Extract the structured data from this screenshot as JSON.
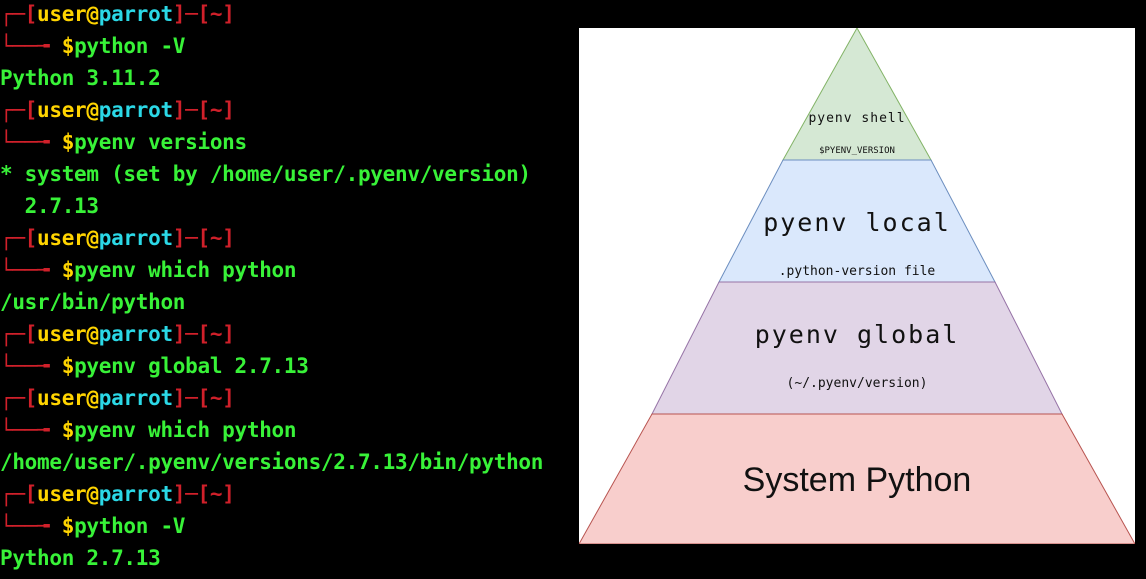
{
  "terminal": {
    "prompt": {
      "user": "user",
      "at": "@",
      "host": "parrot",
      "dir": "~",
      "symbol": "$"
    },
    "commands": [
      "python -V",
      "pyenv versions",
      "pyenv which python",
      "pyenv global 2.7.13",
      "pyenv which python",
      "python -V"
    ],
    "outputs": [
      "Python 3.11.2",
      "* system (set by /home/user/.pyenv/version)",
      "  2.7.13",
      "/usr/bin/python",
      "/home/user/.pyenv/versions/2.7.13/bin/python",
      "Python 2.7.13"
    ],
    "colors": {
      "frame": "#d0202a",
      "user": "#ffd400",
      "host": "#2bd8e6",
      "text": "#38f238",
      "background": "#000000"
    }
  },
  "pyramid": {
    "levels": [
      {
        "title": "pyenv shell",
        "subtitle": "$PYENV_VERSION",
        "fill": "#d5e8d4",
        "stroke": "#82b366"
      },
      {
        "title": "pyenv local",
        "subtitle": ".python-version file",
        "fill": "#dae8fc",
        "stroke": "#6c8ebf"
      },
      {
        "title": "pyenv global",
        "subtitle": "(~/.pyenv/version)",
        "fill": "#e1d5e7",
        "stroke": "#9673a6"
      },
      {
        "title": "System Python",
        "subtitle": "",
        "fill": "#f8cecc",
        "stroke": "#b85450"
      }
    ]
  }
}
